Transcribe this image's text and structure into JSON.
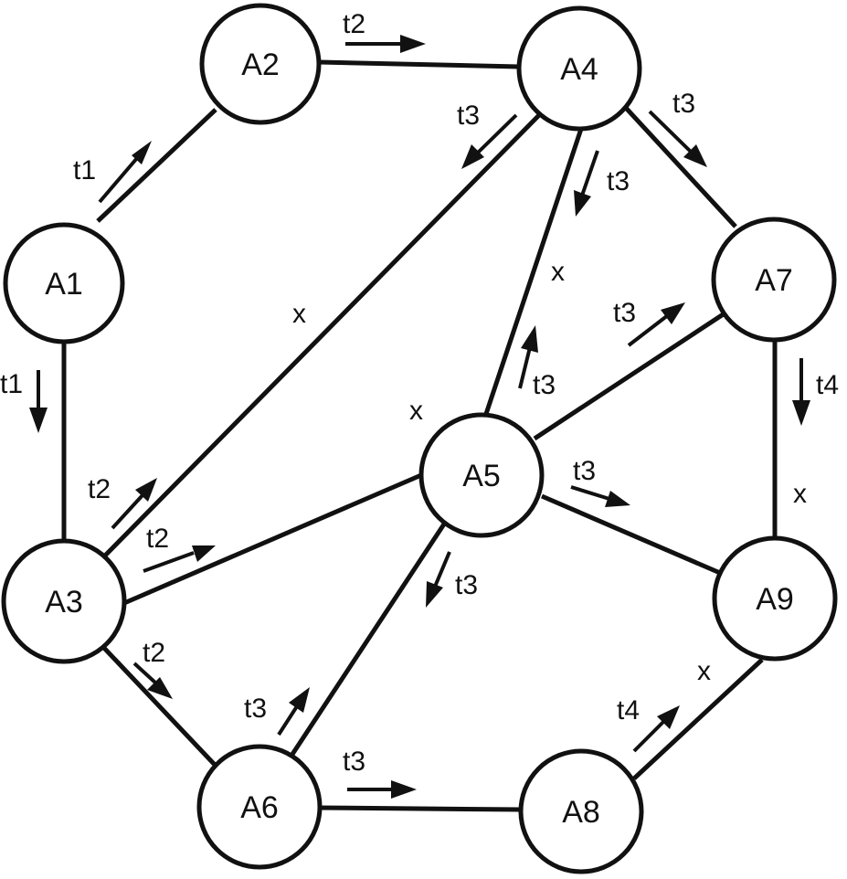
{
  "nodes": [
    {
      "id": "a1",
      "label": "A1"
    },
    {
      "id": "a2",
      "label": "A2"
    },
    {
      "id": "a3",
      "label": "A3"
    },
    {
      "id": "a4",
      "label": "A4"
    },
    {
      "id": "a5",
      "label": "A5"
    },
    {
      "id": "a6",
      "label": "A6"
    },
    {
      "id": "a7",
      "label": "A7"
    },
    {
      "id": "a8",
      "label": "A8"
    },
    {
      "id": "a9",
      "label": "A9"
    }
  ],
  "edges": [
    {
      "from": "A1",
      "to": "A2"
    },
    {
      "from": "A1",
      "to": "A3"
    },
    {
      "from": "A2",
      "to": "A4"
    },
    {
      "from": "A3",
      "to": "A4"
    },
    {
      "from": "A3",
      "to": "A5"
    },
    {
      "from": "A3",
      "to": "A6"
    },
    {
      "from": "A4",
      "to": "A5"
    },
    {
      "from": "A4",
      "to": "A7"
    },
    {
      "from": "A5",
      "to": "A7"
    },
    {
      "from": "A5",
      "to": "A9"
    },
    {
      "from": "A5",
      "to": "A6"
    },
    {
      "from": "A6",
      "to": "A8"
    },
    {
      "from": "A7",
      "to": "A9"
    },
    {
      "from": "A8",
      "to": "A9"
    }
  ],
  "transitions": [
    {
      "edge": "A1-A2",
      "label": "t1"
    },
    {
      "edge": "A1-A3",
      "label": "t1"
    },
    {
      "edge": "A2-A4",
      "label": "t2"
    },
    {
      "edge": "A4-A3",
      "label": "t3"
    },
    {
      "edge": "A4-A5",
      "label": "t3"
    },
    {
      "edge": "A4-A7",
      "label": "t3"
    },
    {
      "edge": "A5-A7",
      "label": "t3"
    },
    {
      "edge": "A5-A4",
      "label": "t3"
    },
    {
      "edge": "A7-A9",
      "label": "t4"
    },
    {
      "edge": "A3-A4",
      "label": "t2"
    },
    {
      "edge": "A3-A5",
      "label": "t2"
    },
    {
      "edge": "A5-A9",
      "label": "t3"
    },
    {
      "edge": "A3-A6",
      "label": "t2"
    },
    {
      "edge": "A5-A6",
      "label": "t3"
    },
    {
      "edge": "A6-A5",
      "label": "t3"
    },
    {
      "edge": "A6-A8",
      "label": "t3"
    },
    {
      "edge": "A8-A9",
      "label": "t4"
    }
  ],
  "marks": {
    "x_a3_a4": "x",
    "x_a4_a5": "x",
    "x_a5": "x",
    "x_a7_a9": "x",
    "x_a8_a9": "x"
  }
}
